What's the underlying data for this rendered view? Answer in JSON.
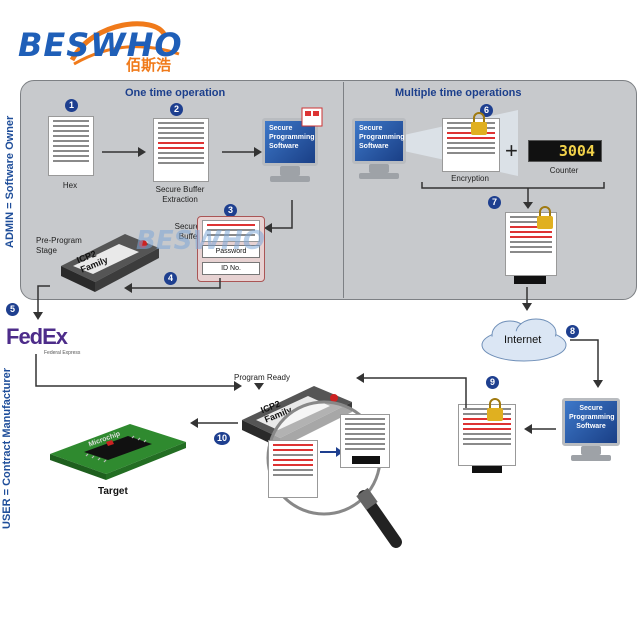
{
  "brand": {
    "logo_text": "BESWHO",
    "logo_cn": "佰斯浩",
    "colors": {
      "blue": "#1f5fb8",
      "orange": "#f07a1a"
    }
  },
  "sections": {
    "admin_label": "ADMIN = Software Owner",
    "user_label": "USER = Contract Manufacturer",
    "one_time_title": "One time operation",
    "multiple_title": "Multiple time operations"
  },
  "steps": {
    "n1": "1",
    "n2": "2",
    "n3": "3",
    "n4": "4",
    "n5": "5",
    "n6": "6",
    "n7": "7",
    "n8": "8",
    "n9": "9",
    "n10": "10"
  },
  "labels": {
    "hex": "Hex",
    "secure_buffer_extraction": "Secure Buffer\nExtraction",
    "secure_buffer": "Secure\nBuffer",
    "password": "Password",
    "id_no": "ID No.",
    "pre_program_stage": "Pre-Program\nStage",
    "icp2_family": "ICP2\nFamily",
    "icp2_family_b": "ICP2\nFamily",
    "secure_programming_software": "Secure\nProgramming\nSoftware",
    "secure_programming_software_b": "Secure\nProgramming\nSoftware",
    "secure_programming_software_c": "Secure\nProgramming\nSoftware",
    "encryption": "Encryption",
    "counter": "Counter",
    "counter_value": "3004",
    "internet": "Internet",
    "fedex": "FedEx",
    "fedex_sub": "Federal Express",
    "program_ready": "Program Ready",
    "target": "Target",
    "chip_brand": "Microchip"
  },
  "icons": [
    "padlock-icon",
    "plus-icon",
    "cloud-icon",
    "magnifier-icon",
    "arrow-icon"
  ]
}
